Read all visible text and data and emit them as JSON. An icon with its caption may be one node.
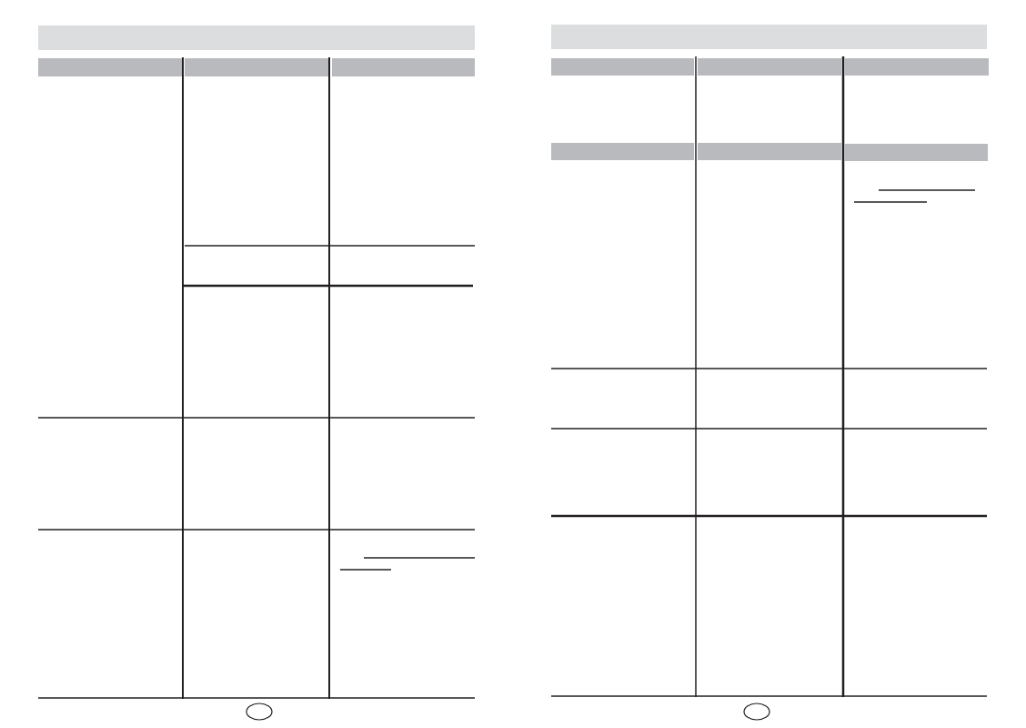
{
  "diagram": {
    "nodes": [
      {
        "text": [],
        "shape": "bar"
      },
      {
        "text": [],
        "shape": "bar"
      },
      {
        "text": [],
        "shape": "bar"
      },
      {
        "text": [],
        "shape": "bar"
      },
      {
        "text": [],
        "shape": "bar"
      },
      {
        "text": [],
        "shape": "bar"
      },
      {
        "text": [],
        "shape": "bar"
      },
      {
        "text": [],
        "shape": "bar"
      },
      {
        "text": [],
        "shape": "bar"
      },
      {
        "text": [],
        "shape": "bar"
      },
      {
        "text": [],
        "shape": "bar"
      },
      {
        "text": [],
        "shape": "circle"
      },
      {
        "text": [],
        "shape": "circle"
      }
    ]
  }
}
